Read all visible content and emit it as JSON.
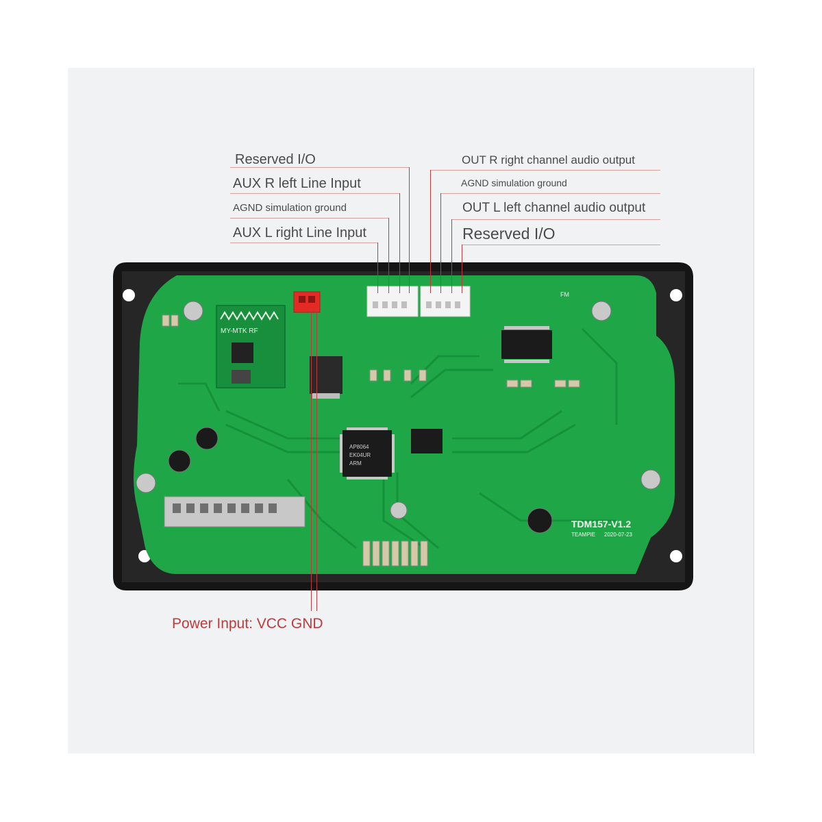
{
  "labels": {
    "left": {
      "reserved_io": "Reserved I/O",
      "aux_r": "AUX R left Line Input",
      "agnd": "AGND simulation ground",
      "aux_l": "AUX L right Line Input"
    },
    "right": {
      "out_r": "OUT R right channel audio output",
      "agnd": "AGND simulation ground",
      "out_l": "OUT L left channel audio output",
      "reserved_io": "Reserved I/O"
    },
    "power": "Power Input: VCC GND"
  },
  "board": {
    "module_label": "MY-MTK RF",
    "chip_text": [
      "AP8064",
      "EK04UR",
      "ARM"
    ],
    "model": "TDM157-V1.2",
    "maker": "TEAMPIE",
    "date": "2020-07-23",
    "fm_label": "FM"
  },
  "colors": {
    "pcb_green": "#1fa646",
    "trace_green": "#14913a",
    "frame": "#151515",
    "connector_red": "#e32a25",
    "lead_red": "#c0393b"
  }
}
